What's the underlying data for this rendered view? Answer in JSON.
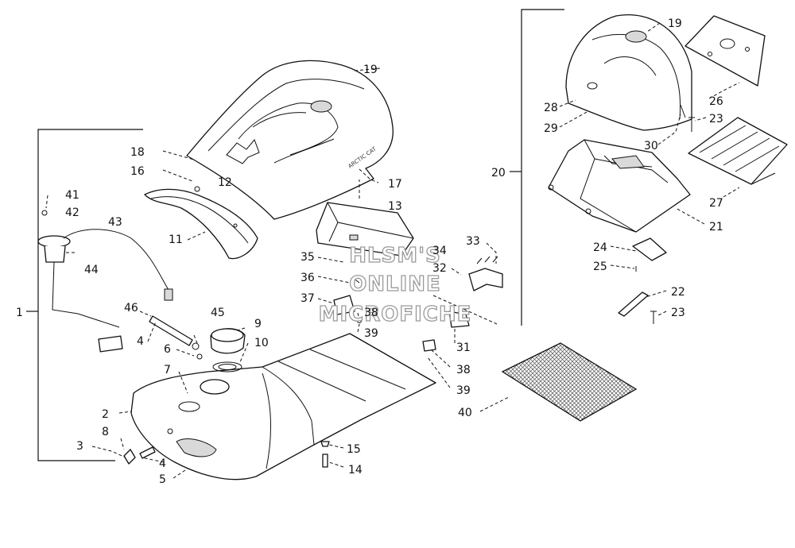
{
  "watermark": {
    "lines": [
      "HLSM'S",
      "ONLINE",
      "MICROFICHE"
    ]
  },
  "seat_logo_text": "ARCTIC CAT",
  "callouts": [
    {
      "id": "c19a",
      "label": "19"
    },
    {
      "id": "c18",
      "label": "18"
    },
    {
      "id": "c16",
      "label": "16"
    },
    {
      "id": "c12",
      "label": "12"
    },
    {
      "id": "c17",
      "label": "17"
    },
    {
      "id": "c13",
      "label": "13"
    },
    {
      "id": "c11",
      "label": "11"
    },
    {
      "id": "c41",
      "label": "41"
    },
    {
      "id": "c42",
      "label": "42"
    },
    {
      "id": "c43",
      "label": "43"
    },
    {
      "id": "c44",
      "label": "44"
    },
    {
      "id": "c1",
      "label": "1"
    },
    {
      "id": "c46",
      "label": "46"
    },
    {
      "id": "c45",
      "label": "45"
    },
    {
      "id": "c9",
      "label": "9"
    },
    {
      "id": "c10",
      "label": "10"
    },
    {
      "id": "c4a",
      "label": "4"
    },
    {
      "id": "c6",
      "label": "6"
    },
    {
      "id": "c7",
      "label": "7"
    },
    {
      "id": "c2",
      "label": "2"
    },
    {
      "id": "c3",
      "label": "3"
    },
    {
      "id": "c8",
      "label": "8"
    },
    {
      "id": "c4b",
      "label": "4"
    },
    {
      "id": "c5",
      "label": "5"
    },
    {
      "id": "c15",
      "label": "15"
    },
    {
      "id": "c14",
      "label": "14"
    },
    {
      "id": "c35",
      "label": "35"
    },
    {
      "id": "c36",
      "label": "36"
    },
    {
      "id": "c37",
      "label": "37"
    },
    {
      "id": "c38a",
      "label": "38"
    },
    {
      "id": "c39a",
      "label": "39"
    },
    {
      "id": "c34",
      "label": "34"
    },
    {
      "id": "c32",
      "label": "32"
    },
    {
      "id": "c33",
      "label": "33"
    },
    {
      "id": "c31",
      "label": "31"
    },
    {
      "id": "c38b",
      "label": "38"
    },
    {
      "id": "c39b",
      "label": "39"
    },
    {
      "id": "c40",
      "label": "40"
    },
    {
      "id": "c19b",
      "label": "19"
    },
    {
      "id": "c26",
      "label": "26"
    },
    {
      "id": "c28",
      "label": "28"
    },
    {
      "id": "c29",
      "label": "29"
    },
    {
      "id": "c23a",
      "label": "23"
    },
    {
      "id": "c30",
      "label": "30"
    },
    {
      "id": "c20",
      "label": "20"
    },
    {
      "id": "c27",
      "label": "27"
    },
    {
      "id": "c21",
      "label": "21"
    },
    {
      "id": "c24",
      "label": "24"
    },
    {
      "id": "c25",
      "label": "25"
    },
    {
      "id": "c22",
      "label": "22"
    },
    {
      "id": "c23b",
      "label": "23"
    }
  ]
}
